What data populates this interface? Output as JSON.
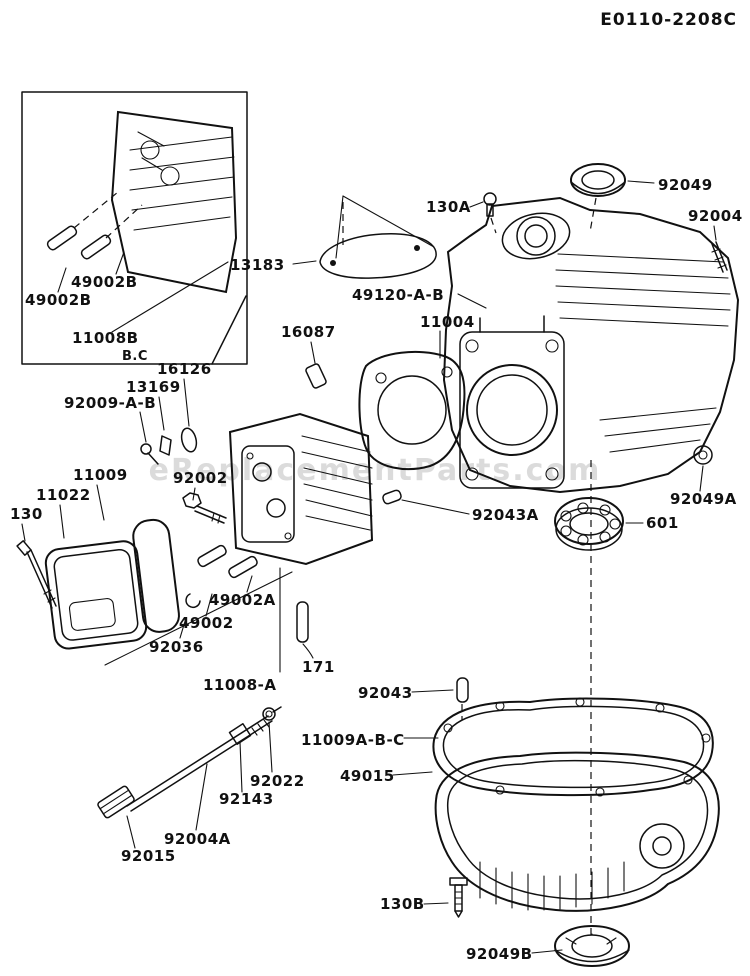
{
  "page": {
    "drawing_number": "E0110-2208C",
    "watermark": "eReplacementParts.com",
    "colors": {
      "ink": "#111111",
      "paper": "#ffffff",
      "watermark": "#bfbfbf"
    }
  },
  "diagram": {
    "description": "Exploded parts diagram: engine cylinder / crankcase assembly",
    "labels": [
      {
        "id": "130A",
        "text": "130A"
      },
      {
        "id": "92049",
        "text": "92049"
      },
      {
        "id": "92004",
        "text": "92004"
      },
      {
        "id": "13183",
        "text": "13183"
      },
      {
        "id": "49120-A-B",
        "text": "49120-A-B"
      },
      {
        "id": "11004",
        "text": "11004"
      },
      {
        "id": "16087",
        "text": "16087"
      },
      {
        "id": "16126",
        "text": "16126"
      },
      {
        "id": "13169",
        "text": "13169"
      },
      {
        "id": "92009-A-B",
        "text": "92009-A-B"
      },
      {
        "id": "11009",
        "text": "11009"
      },
      {
        "id": "11022",
        "text": "11022"
      },
      {
        "id": "130",
        "text": "130"
      },
      {
        "id": "92002",
        "text": "92002"
      },
      {
        "id": "92043A",
        "text": "92043A"
      },
      {
        "id": "601",
        "text": "601"
      },
      {
        "id": "92049A",
        "text": "92049A"
      },
      {
        "id": "49002B-upper",
        "text": "49002B"
      },
      {
        "id": "49002B-lower",
        "text": "49002B"
      },
      {
        "id": "11008B",
        "text": "11008B"
      },
      {
        "id": "BC",
        "text": "B.C"
      },
      {
        "id": "49002A",
        "text": "49002A"
      },
      {
        "id": "49002",
        "text": "49002"
      },
      {
        "id": "92036",
        "text": "92036"
      },
      {
        "id": "11008-A",
        "text": "11008-A"
      },
      {
        "id": "171",
        "text": "171"
      },
      {
        "id": "92043",
        "text": "92043"
      },
      {
        "id": "11009A-B-C",
        "text": "11009A-B-C"
      },
      {
        "id": "49015",
        "text": "49015"
      },
      {
        "id": "92022",
        "text": "92022"
      },
      {
        "id": "92143",
        "text": "92143"
      },
      {
        "id": "92004A",
        "text": "92004A"
      },
      {
        "id": "92015",
        "text": "92015"
      },
      {
        "id": "130B",
        "text": "130B"
      },
      {
        "id": "92049B",
        "text": "92049B"
      }
    ]
  }
}
